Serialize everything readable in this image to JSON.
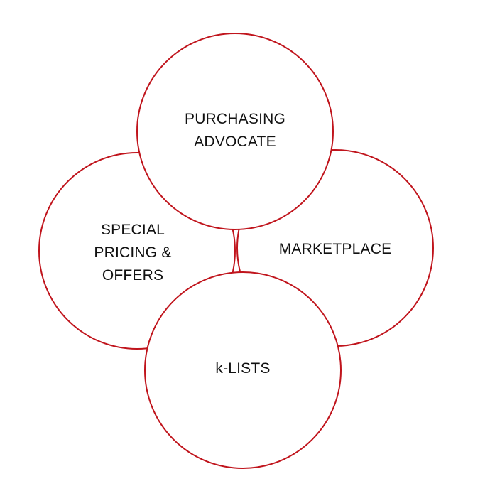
{
  "diagram": {
    "accent_color": "#c0141c",
    "circles": [
      {
        "id": "special-pricing-offers",
        "label": "SPECIAL\nPRICING &\nOFFERS"
      },
      {
        "id": "marketplace",
        "label": "MARKETPLACE"
      },
      {
        "id": "purchasing-advocate",
        "label": "PURCHASING\nADVOCATE"
      },
      {
        "id": "k-lists",
        "label": "k-LISTS"
      }
    ]
  }
}
